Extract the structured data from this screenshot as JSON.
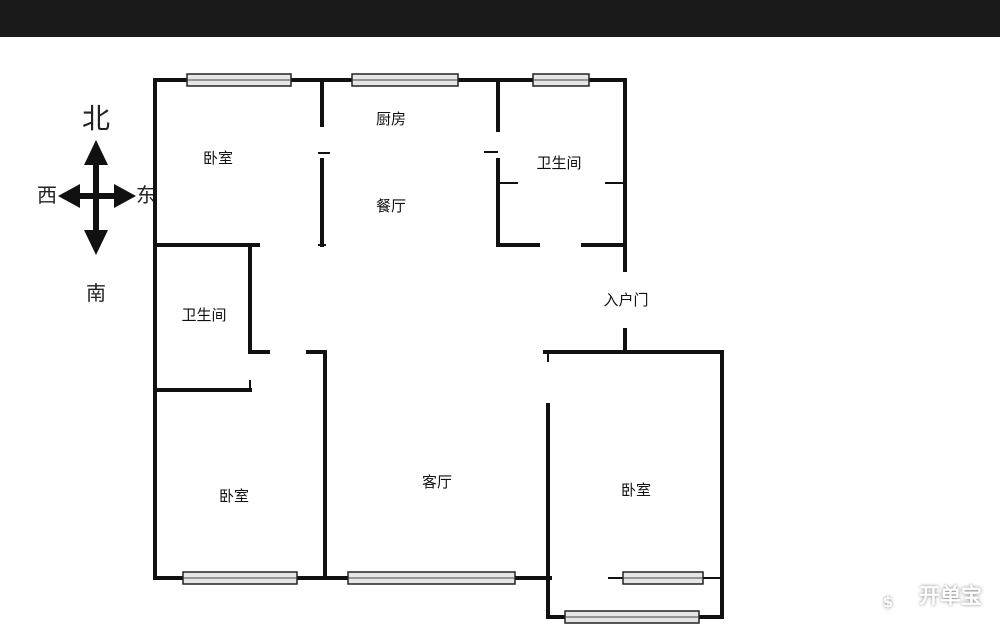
{
  "compass": {
    "north": "北",
    "south": "南",
    "east": "东",
    "west": "西"
  },
  "rooms": {
    "bedroom_nw": "卧室",
    "kitchen": "厨房",
    "dining": "餐厅",
    "bathroom_ne": "卫生间",
    "bathroom_w": "卫生间",
    "entrance": "入户门",
    "bedroom_sw": "卧室",
    "living": "客厅",
    "bedroom_se": "卧室"
  },
  "brand": {
    "name": "开单宝",
    "icon": "house-dollar-icon"
  }
}
